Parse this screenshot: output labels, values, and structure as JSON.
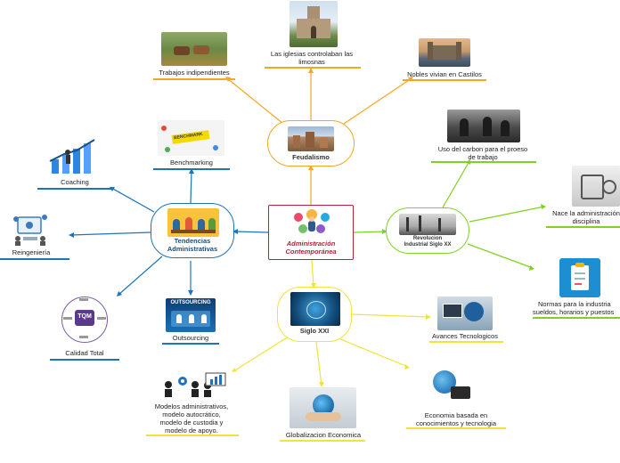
{
  "center": {
    "label_line1": "Administración",
    "label_line2": "Contemporánea",
    "color": "#b0253a"
  },
  "colors": {
    "orange": "#f5a623",
    "green": "#7ed321",
    "yellow": "#f0e43a",
    "blue": "#1f74b5"
  },
  "feudalismo": {
    "label": "Feudalismo",
    "leaves": {
      "iglesias": [
        "Las iglesias controlaban las",
        "limosnas"
      ],
      "trabajos": "Trabajos indipendientes",
      "nobles": "Nobles vivian en Castilos"
    }
  },
  "revolucion": {
    "label_line1": "Revolucion",
    "label_line2": "Industrial Siglo XX",
    "leaves": {
      "carbon": [
        "Uso del carbon para el proeso",
        "de trabajo"
      ],
      "nace": [
        "Nace la administración",
        "disciplina"
      ],
      "normas": [
        "Normas para la industria",
        "sueldos, horarios y puestos"
      ]
    }
  },
  "siglo": {
    "label": "Siglo XXI",
    "leaves": {
      "avances": "Avances Tecnologicos",
      "economia": [
        "Economia basada en",
        "conocimientos y tecnologia"
      ],
      "globalizacion": "Globalizacion Economica",
      "modelos": [
        "Modelos administrativos,",
        "modelo autocrático,",
        "modelo de custodia y",
        "modelo de apoyo."
      ]
    }
  },
  "tendencias": {
    "label_line1": "Tendencias",
    "label_line2": "Administrativas",
    "leaves": {
      "benchmarking": "Benchmarking",
      "coaching": "Coaching",
      "reingenieria": "Reingeniería",
      "calidad": "Calidad Total",
      "outsourcing": "Outsourcing"
    },
    "thumb_texts": {
      "outsourcing_banner": "OUTSOURCING",
      "tqm": "TQM",
      "benchmark_word": "BENCHMARK"
    }
  }
}
